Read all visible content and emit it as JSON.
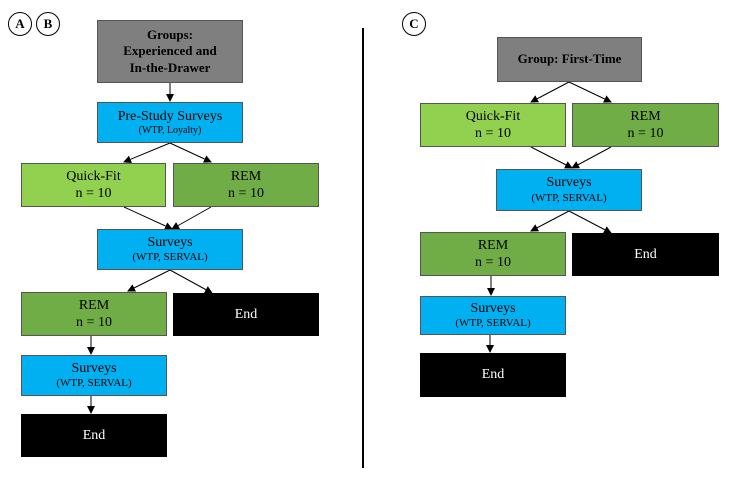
{
  "labels": {
    "a": "A",
    "b": "B",
    "c": "C"
  },
  "left": {
    "groups": {
      "line1": "Groups:",
      "line2": "Experienced and",
      "line3": "In-the-Drawer"
    },
    "pre_surveys": {
      "title": "Pre-Study Surveys",
      "sub": "(WTP, Loyalty)"
    },
    "quickfit": {
      "title": "Quick-Fit",
      "n": "n = 10"
    },
    "rem1": {
      "title": "REM",
      "n": "n = 10"
    },
    "surveys1": {
      "title": "Surveys",
      "sub": "(WTP, SERVAL)"
    },
    "rem2": {
      "title": "REM",
      "n": "n = 10"
    },
    "end1": "End",
    "surveys2": {
      "title": "Surveys",
      "sub": "(WTP, SERVAL)"
    },
    "end2": "End"
  },
  "right": {
    "group": "Group: First-Time",
    "quickfit": {
      "title": "Quick-Fit",
      "n": "n = 10"
    },
    "rem1": {
      "title": "REM",
      "n": "n = 10"
    },
    "surveys1": {
      "title": "Surveys",
      "sub": "(WTP, SERVAL)"
    },
    "rem2": {
      "title": "REM",
      "n": "n = 10"
    },
    "end1": "End",
    "surveys2": {
      "title": "Surveys",
      "sub": "(WTP, SERVAL)"
    },
    "end2": "End"
  },
  "colors": {
    "group": "#7f7f7f",
    "survey": "#00b0f0",
    "quickfit": "#92d050",
    "rem": "#70ad47",
    "end": "#000000"
  }
}
